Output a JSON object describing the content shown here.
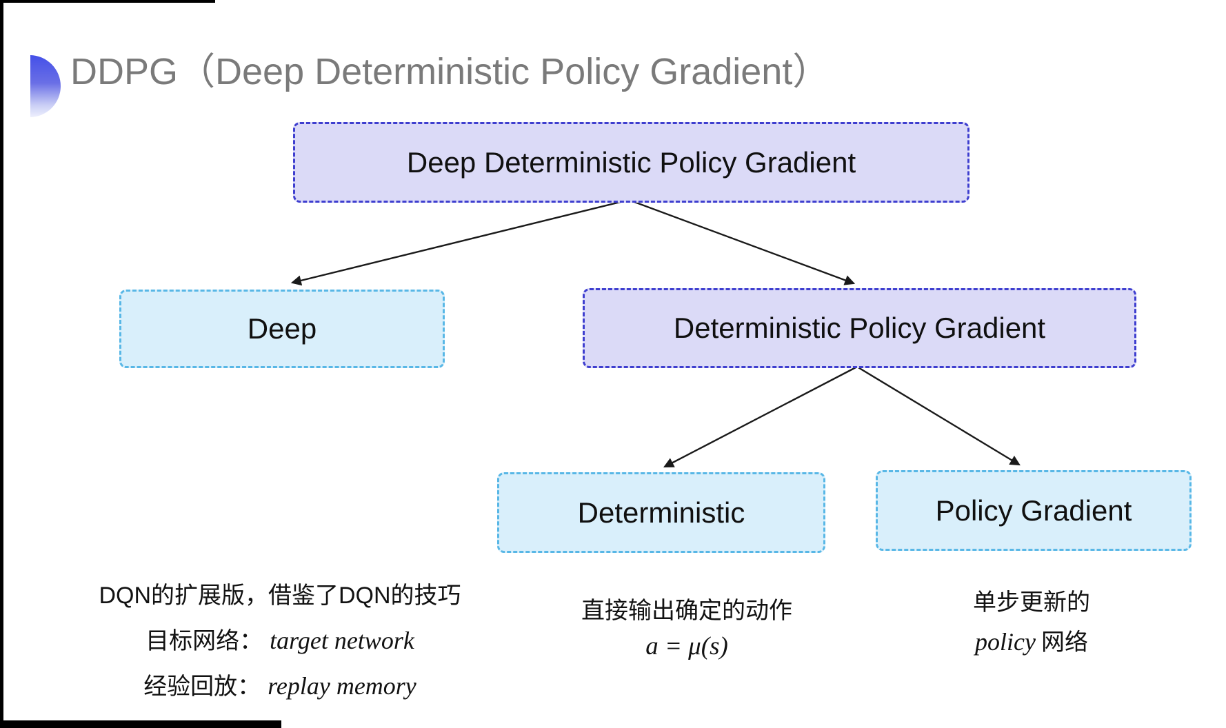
{
  "header": {
    "title": "DDPG（Deep Deterministic Policy Gradient）"
  },
  "diagram": {
    "nodes": [
      {
        "id": "root",
        "label": "Deep Deterministic Policy Gradient",
        "variant": "purple"
      },
      {
        "id": "deep",
        "label": "Deep",
        "variant": "cyan"
      },
      {
        "id": "dpg",
        "label": "Deterministic Policy Gradient",
        "variant": "purple"
      },
      {
        "id": "det",
        "label": "Deterministic",
        "variant": "cyan"
      },
      {
        "id": "pg",
        "label": "Policy Gradient",
        "variant": "cyan"
      }
    ],
    "edges": [
      {
        "from": "root",
        "to": "deep"
      },
      {
        "from": "root",
        "to": "dpg"
      },
      {
        "from": "dpg",
        "to": "det"
      },
      {
        "from": "dpg",
        "to": "pg"
      }
    ]
  },
  "annotations": {
    "deep": {
      "line1": "DQN的扩展版，借鉴了DQN的技巧",
      "line2_label": "目标网络：",
      "line2_value": "target network",
      "line3_label": "经验回放：",
      "line3_value": "replay memory"
    },
    "deterministic": {
      "line1": "直接输出确定的动作",
      "formula": "a = μ(s)"
    },
    "policy_gradient": {
      "line1": "单步更新的",
      "line2_italic": "policy",
      "line2_rest": "网络"
    }
  },
  "colors": {
    "node_purple_fill": "#dbdaf7",
    "node_purple_border": "#3e3ecf",
    "node_cyan_fill": "#d9effb",
    "node_cyan_border": "#58b7e6",
    "title_gray": "#7a7a7a",
    "arrow_black": "#1a1a1a",
    "bullet_blue_top": "#4450e8",
    "bullet_blue_bottom": "#eef0fd"
  }
}
